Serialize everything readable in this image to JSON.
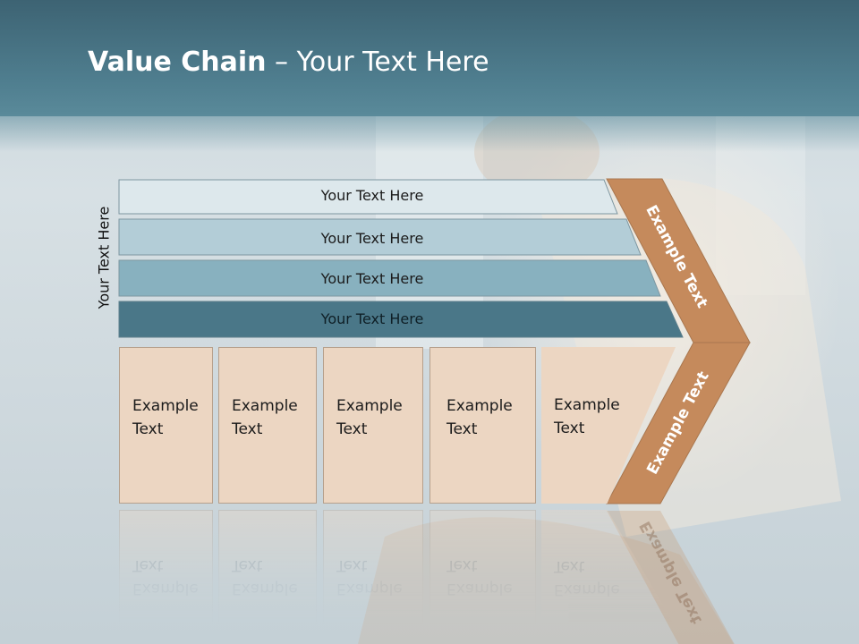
{
  "slide": {
    "title_bold": "Value Chain",
    "title_rest": " – Your Text Here"
  },
  "side_label": "Your Text Here",
  "bands": [
    {
      "label": "Your Text Here",
      "color": "#dde8ec"
    },
    {
      "label": "Your Text Here",
      "color": "#b3cdd7"
    },
    {
      "label": "Your Text Here",
      "color": "#88b1bf"
    },
    {
      "label": "Your Text Here",
      "color": "#4a7788"
    }
  ],
  "columns": [
    {
      "line1": "Example",
      "line2": "Text"
    },
    {
      "line1": "Example",
      "line2": "Text"
    },
    {
      "line1": "Example",
      "line2": "Text"
    },
    {
      "line1": "Example",
      "line2": "Text"
    },
    {
      "line1": "Example",
      "line2": "Text"
    }
  ],
  "arrow": {
    "upper_label": "Example Text",
    "lower_label": "Example Text",
    "color": "#c58a5c"
  },
  "column_color": "#ecd6c2"
}
